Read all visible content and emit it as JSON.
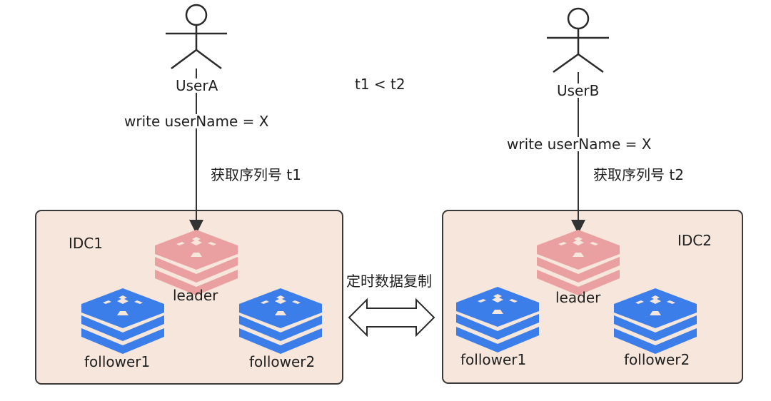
{
  "compare": "t1 < t2",
  "replication": "定时数据复制",
  "left": {
    "user": "UserA",
    "write": "write userName = X",
    "seq": "获取序列号 t1",
    "idc": "IDC1",
    "leader": "leader",
    "follower1": "follower1",
    "follower2": "follower2"
  },
  "right": {
    "user": "UserB",
    "write": "write userName = X",
    "seq": "获取序列号 t2",
    "idc": "IDC2",
    "leader": "leader",
    "follower1": "follower1",
    "follower2": "follower2"
  },
  "colors": {
    "box_fill": "#f6e6dc",
    "box_stroke": "#3a3a3a",
    "leader": "#eaa0a0",
    "follower": "#3b7de9",
    "line": "#333333"
  }
}
